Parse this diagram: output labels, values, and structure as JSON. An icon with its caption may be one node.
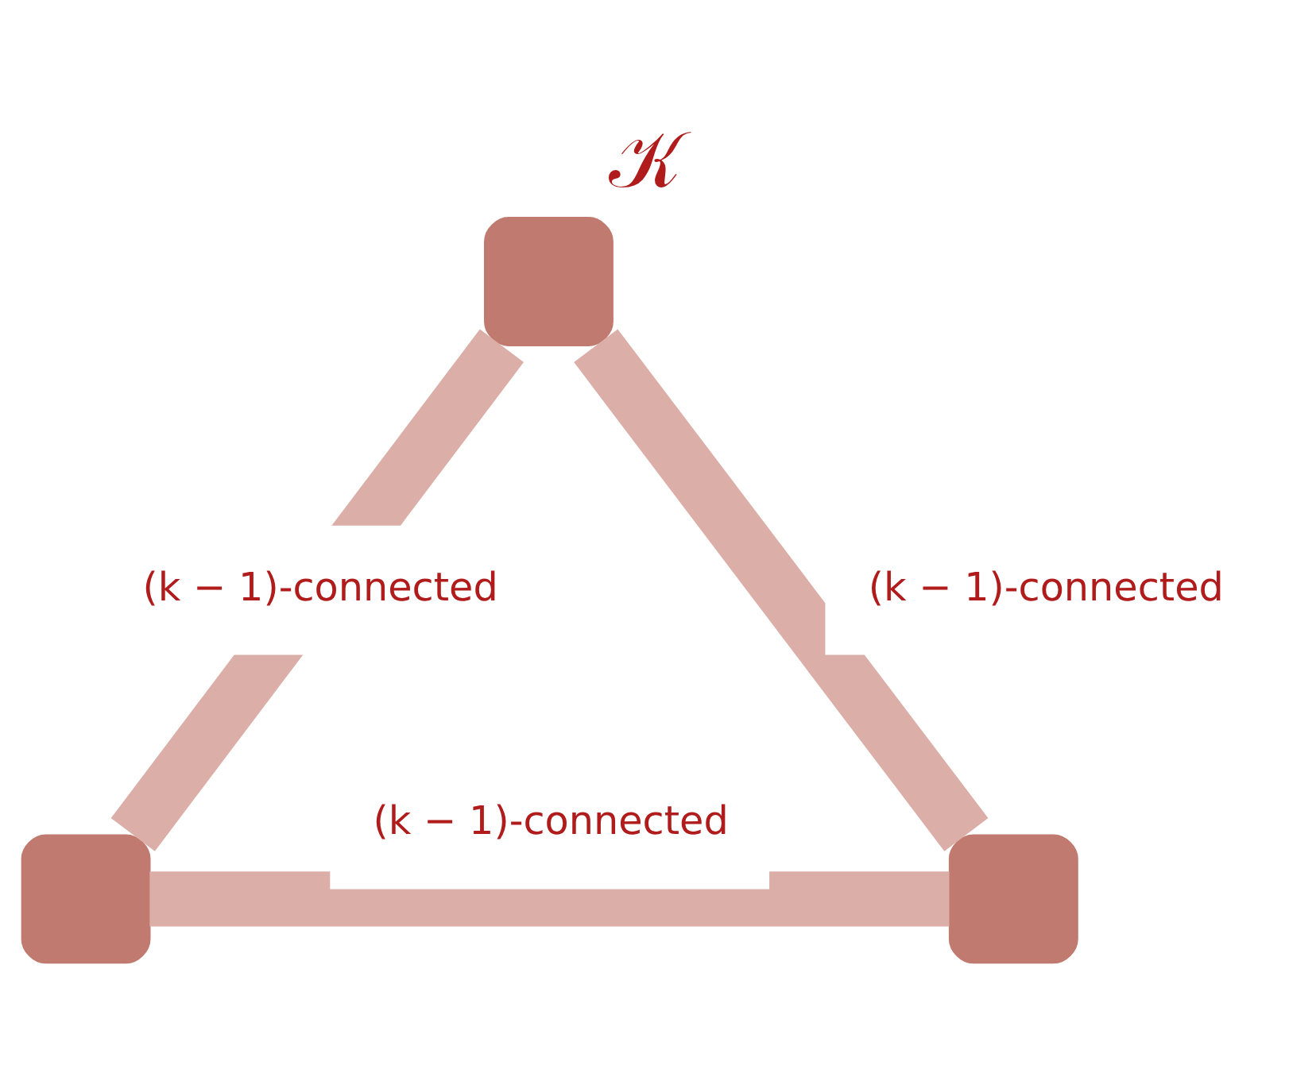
{
  "diagram": {
    "title": "𝒦",
    "nodes": [
      {
        "text": [],
        "shape": "box"
      },
      {
        "text": [],
        "shape": "box"
      },
      {
        "text": [],
        "shape": "box"
      }
    ],
    "edges": [
      {
        "from": 0,
        "to": 1,
        "arrow": "none",
        "label": "(k − 1)-connected"
      },
      {
        "from": 0,
        "to": 2,
        "arrow": "none",
        "label": "(k − 1)-connected"
      },
      {
        "from": 1,
        "to": 2,
        "arrow": "none",
        "label": "(k − 1)-connected"
      }
    ]
  }
}
